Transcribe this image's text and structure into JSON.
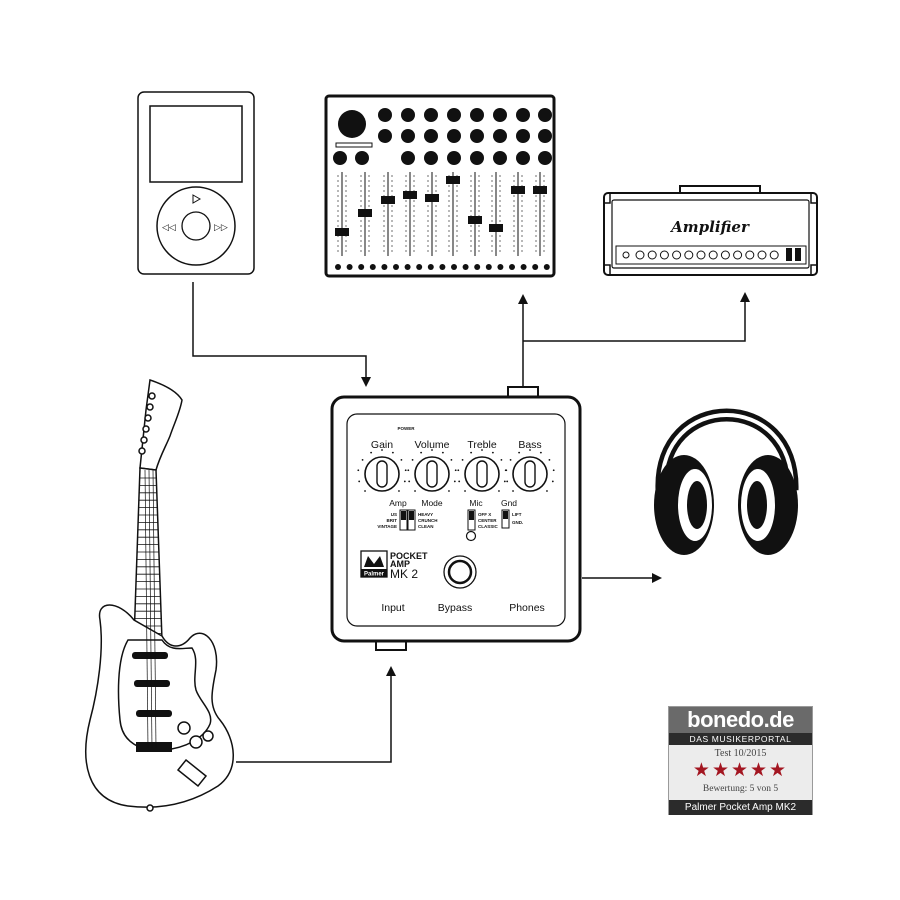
{
  "pocket_amp": {
    "power_label": "POWER",
    "knobs": [
      "Gain",
      "Volume",
      "Treble",
      "Bass"
    ],
    "switch_groups": [
      "Amp",
      "Mode",
      "Mic",
      "Gnd"
    ],
    "amp_options": [
      "US",
      "BRIT",
      "VINTAGE"
    ],
    "mode_options": [
      "HEAVY",
      "CRUNCH",
      "CLEAN"
    ],
    "mic_options": [
      "OFF X",
      "CENTER",
      "CLASSIC"
    ],
    "gnd_options": [
      "LIFT",
      "GND."
    ],
    "brand": "Palmer",
    "model_line1": "POCKET",
    "model_line2": "AMP",
    "model_line3": "MK 2",
    "jacks": [
      "Input",
      "Bypass",
      "Phones"
    ]
  },
  "amplifier_label": "Amplifier",
  "badge": {
    "logo": "bonedo.de",
    "tagline": "DAS MUSIKERPORTAL",
    "test": "Test 10/2015",
    "stars": "★★★★★",
    "rating": "Bewertung: 5 von 5",
    "product": "Palmer Pocket Amp MK2"
  },
  "colors": {
    "line": "#111111",
    "badge_star": "#a31621",
    "badge_dark": "#2b2b2b"
  }
}
